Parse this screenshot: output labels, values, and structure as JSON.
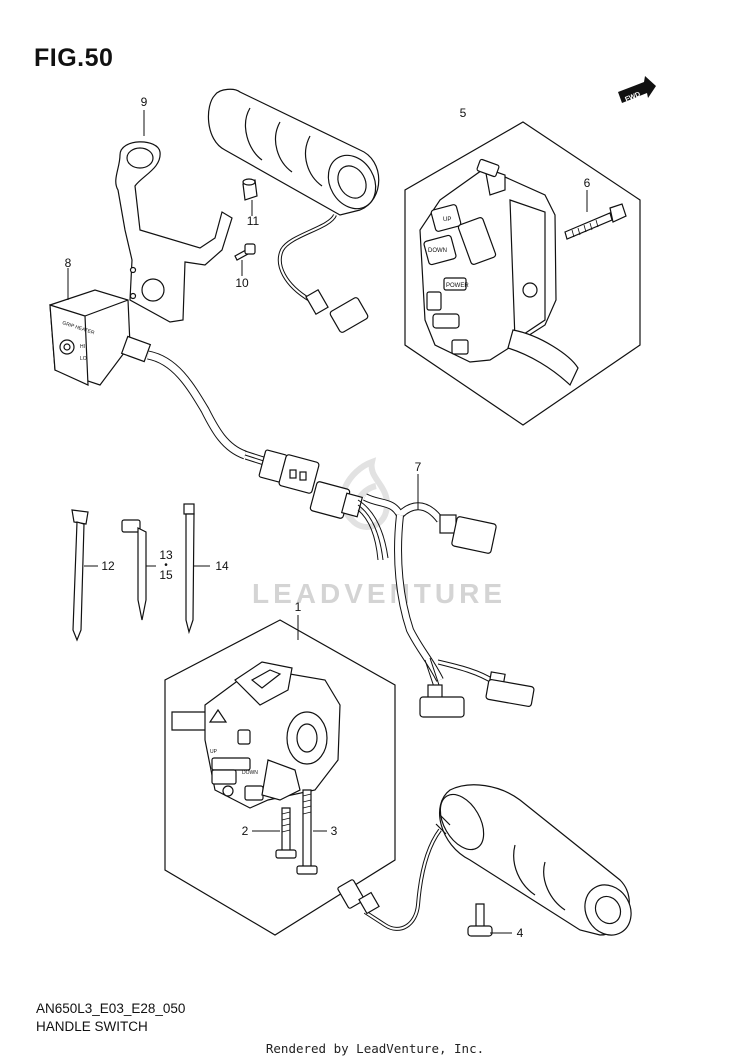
{
  "figure": {
    "title": "FIG.50",
    "diagram_code": "AN650L3_E03_E28_050",
    "name": "HANDLE SWITCH",
    "fwd_marker": "FWD"
  },
  "watermark": {
    "text": "LEADVENTURE"
  },
  "callouts": [
    {
      "label": "1"
    },
    {
      "label": "2"
    },
    {
      "label": "3"
    },
    {
      "label": "4"
    },
    {
      "label": "5"
    },
    {
      "label": "6"
    },
    {
      "label": "7"
    },
    {
      "label": "8"
    },
    {
      "label": "9"
    },
    {
      "label": "10"
    },
    {
      "label": "11"
    },
    {
      "label": "12"
    },
    {
      "label": "13"
    },
    {
      "label": "15"
    },
    {
      "label": "14"
    }
  ],
  "switch_labels": {
    "up": "UP",
    "down": "DOWN",
    "power": "POWER",
    "grip_heater": "GRIP HEATER",
    "hi": "HI",
    "lo": "LO"
  },
  "footer": {
    "rendered_by": "Rendered by LeadVenture, Inc."
  }
}
